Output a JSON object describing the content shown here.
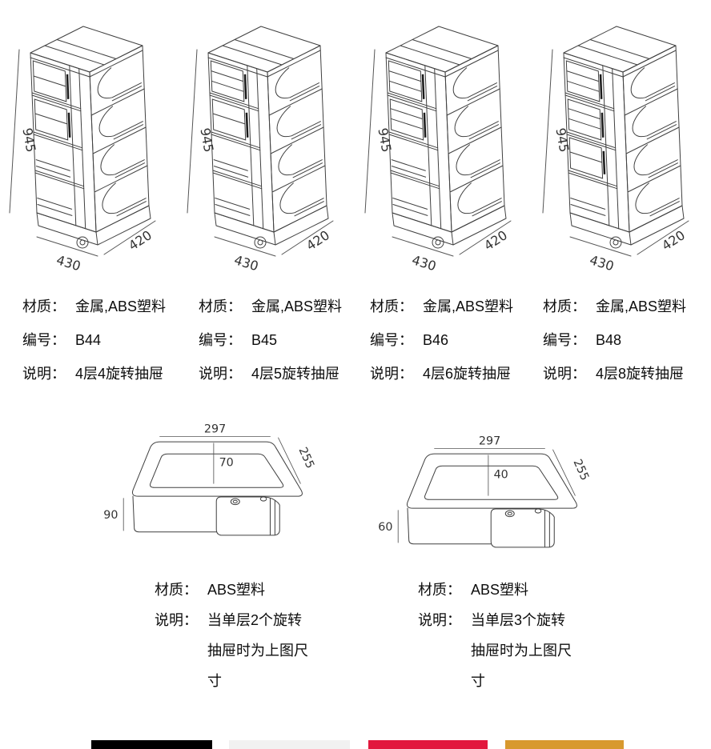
{
  "page": {
    "background": "#ffffff"
  },
  "cart_dims": {
    "height": "945",
    "width": "430",
    "depth": "420"
  },
  "products": [
    {
      "material_label": "材质：",
      "material": "金属,ABS塑料",
      "code_label": "编号：",
      "code": "B44",
      "desc_label": "说明：",
      "desc": "4层4旋转抽屉"
    },
    {
      "material_label": "材质：",
      "material": "金属,ABS塑料",
      "code_label": "编号：",
      "code": "B45",
      "desc_label": "说明：",
      "desc": "4层5旋转抽屉"
    },
    {
      "material_label": "材质：",
      "material": "金属,ABS塑料",
      "code_label": "编号：",
      "code": "B46",
      "desc_label": "说明：",
      "desc": "4层6旋转抽屉"
    },
    {
      "material_label": "材质：",
      "material": "金属,ABS塑料",
      "code_label": "编号：",
      "code": "B48",
      "desc_label": "说明：",
      "desc": "4层8旋转抽屉"
    }
  ],
  "drawer_details": [
    {
      "material_label": "材质：",
      "material": "ABS塑料",
      "desc_label": "说明：",
      "desc_line1": "当单层2个旋转",
      "desc_line2": "抽屉时为上图尺",
      "desc_line3": "寸",
      "dims": {
        "width": "297",
        "inner_height": "70",
        "depth": "255",
        "height": "90"
      }
    },
    {
      "material_label": "材质：",
      "material": "ABS塑料",
      "desc_label": "说明：",
      "desc_line1": "当单层3个旋转",
      "desc_line2": "抽屉时为上图尺",
      "desc_line3": "寸",
      "dims": {
        "width": "297",
        "inner_height": "40",
        "depth": "255",
        "height": "60"
      }
    }
  ],
  "swatches": [
    {
      "name": "black",
      "color": "#000000"
    },
    {
      "name": "off-white",
      "color": "#f1f1f1"
    },
    {
      "name": "red",
      "color": "#e2183d"
    },
    {
      "name": "amber",
      "color": "#d8992e"
    }
  ],
  "line_color": "#404040"
}
